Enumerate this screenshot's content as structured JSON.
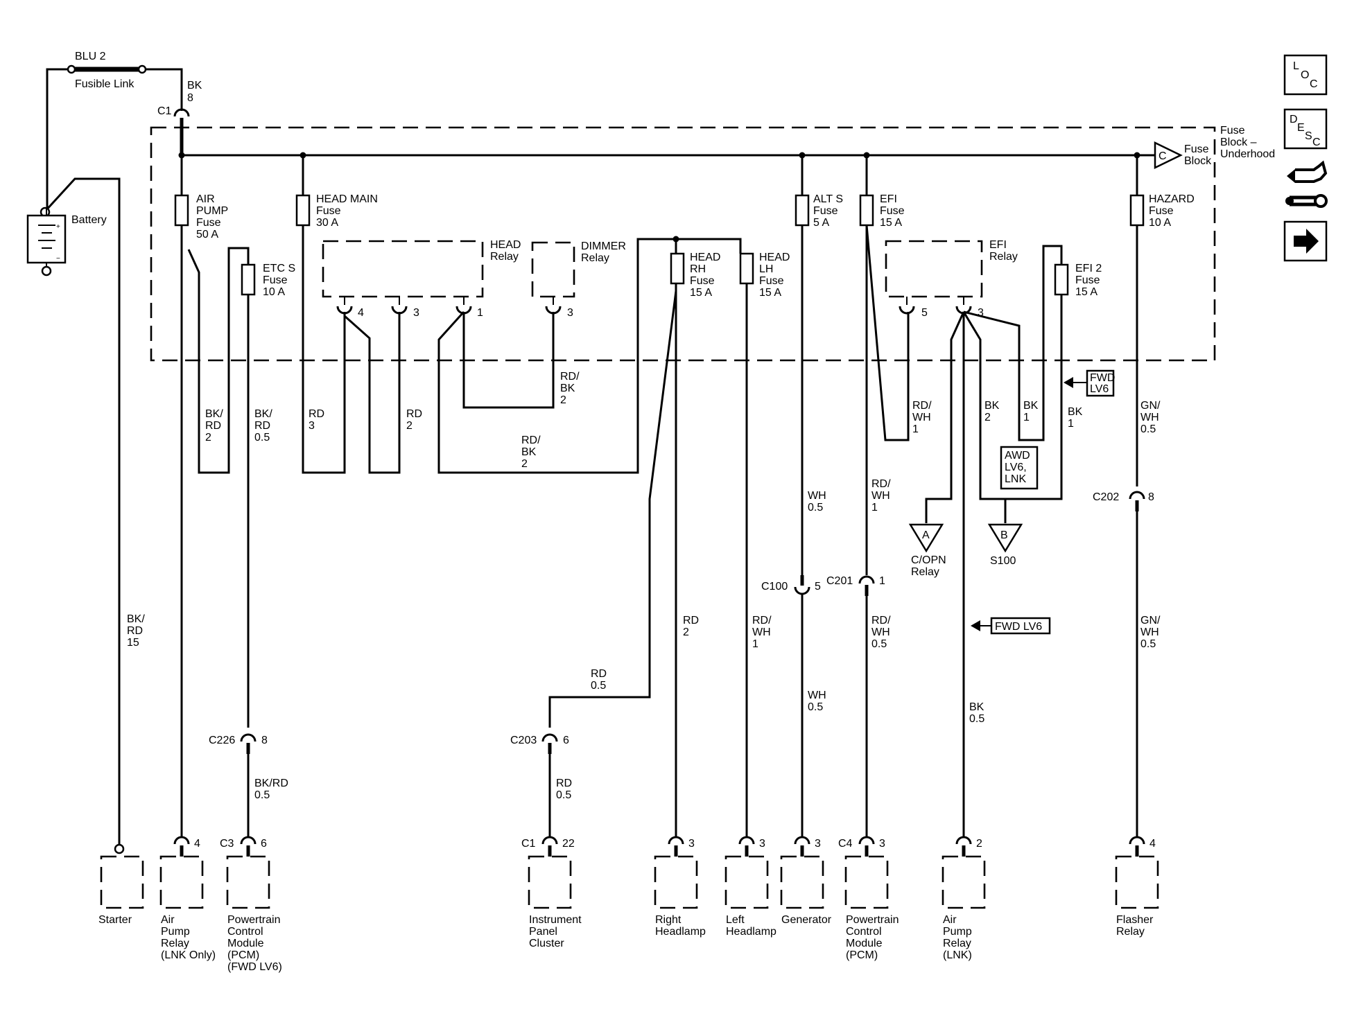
{
  "fusible_link": {
    "name": "BLU 2",
    "label": "Fusible Link"
  },
  "battery": {
    "label": "Battery"
  },
  "fuse_block": {
    "label_line1": "Fuse",
    "label_line2": "Block –",
    "label_line3": "Underhood",
    "conn_letter": "C",
    "conn_label1": "Fuse",
    "conn_label2": "Block"
  },
  "c1_top": {
    "connector": "C1",
    "color": "BK",
    "pin": "8"
  },
  "fuses": {
    "air_pump": {
      "l1": "AIR",
      "l2": "PUMP",
      "l3": "Fuse",
      "l4": "50 A"
    },
    "etc_s": {
      "l1": "ETC S",
      "l2": "Fuse",
      "l3": "10 A"
    },
    "head_main": {
      "l1": "HEAD MAIN",
      "l2": "Fuse",
      "l3": "30 A"
    },
    "head_rh": {
      "l1": "HEAD",
      "l2": "RH",
      "l3": "Fuse",
      "l4": "15 A"
    },
    "head_lh": {
      "l1": "HEAD",
      "l2": "LH",
      "l3": "Fuse",
      "l4": "15 A"
    },
    "alt_s": {
      "l1": "ALT S",
      "l2": "Fuse",
      "l3": "5 A"
    },
    "efi": {
      "l1": "EFI",
      "l2": "Fuse",
      "l3": "15 A"
    },
    "efi2": {
      "l1": "EFI 2",
      "l2": "Fuse",
      "l3": "15 A"
    },
    "hazard": {
      "l1": "HAZARD",
      "l2": "Fuse",
      "l3": "10 A"
    }
  },
  "relays": {
    "head": {
      "l1": "HEAD",
      "l2": "Relay",
      "pin_a": "4",
      "pin_b": "3",
      "pin_c": "1"
    },
    "dimmer": {
      "l1": "DIMMER",
      "l2": "Relay",
      "pin": "3"
    },
    "efi": {
      "l1": "EFI",
      "l2": "Relay",
      "pin_a": "5",
      "pin_b": "3"
    }
  },
  "wire_labels": {
    "bk_rd_2": [
      "BK/",
      "RD",
      "2"
    ],
    "bk_rd_05": [
      "BK/",
      "RD",
      "0.5"
    ],
    "rd_3": [
      "RD",
      "3"
    ],
    "rd_2": [
      "RD",
      "2"
    ],
    "rd_bk_2a": [
      "RD/",
      "BK",
      "2"
    ],
    "rd_bk_2b": [
      "RD/",
      "BK",
      "2"
    ],
    "bk_rd_15": [
      "BK/",
      "RD",
      "15"
    ],
    "rd_wh_1a": [
      "RD/",
      "WH",
      "1"
    ],
    "bk_2": [
      "BK",
      "2"
    ],
    "bk_1a": [
      "BK",
      "1"
    ],
    "bk_1b": [
      "BK",
      "1"
    ],
    "gn_wh_05a": [
      "GN/",
      "WH",
      "0.5"
    ],
    "wh_05a": [
      "WH",
      "0.5"
    ],
    "rd_wh_1b": [
      "RD/",
      "WH",
      "1"
    ],
    "rd_2b": [
      "RD",
      "2"
    ],
    "rd_wh_1c": [
      "RD/",
      "WH",
      "1"
    ],
    "rd_05a": [
      "RD",
      "0.5"
    ],
    "wh_05b": [
      "WH",
      "0.5"
    ],
    "rd_wh_05": [
      "RD/",
      "WH",
      "0.5"
    ],
    "bk_05": [
      "BK",
      "0.5"
    ],
    "gn_wh_05b": [
      "GN/",
      "WH",
      "0.5"
    ],
    "bk_rd_05b": [
      "BK/RD",
      "0.5"
    ],
    "rd_05b": [
      "RD",
      "0.5"
    ]
  },
  "option_tags": {
    "fwd_lv6_a": [
      "FWD",
      "LV6"
    ],
    "awd": [
      "AWD",
      "LV6,",
      "LNK"
    ],
    "fwd_lv6_b": "FWD LV6"
  },
  "offpage": {
    "a": {
      "letter": "A",
      "l1": "C/OPN",
      "l2": "Relay"
    },
    "b": {
      "letter": "B",
      "l1": "S100"
    }
  },
  "inline_connectors": {
    "c202": {
      "name": "C202",
      "pin": "8"
    },
    "c100": {
      "name": "C100",
      "pin": "5"
    },
    "c201": {
      "name": "C201",
      "pin": "1"
    },
    "c226": {
      "name": "C226",
      "pin": "8"
    },
    "c203": {
      "name": "C203",
      "pin": "6"
    }
  },
  "components": [
    {
      "conn": "",
      "pin": "",
      "lines": [
        "Starter"
      ]
    },
    {
      "conn": "",
      "pin": "4",
      "lines": [
        "Air",
        "Pump",
        "Relay",
        "(LNK Only)"
      ]
    },
    {
      "conn": "C3",
      "pin": "6",
      "lines": [
        "Powertrain",
        "Control",
        "Module",
        "(PCM)",
        "(FWD LV6)"
      ]
    },
    {
      "conn": "C1",
      "pin": "22",
      "lines": [
        "Instrument",
        "Panel",
        "Cluster"
      ]
    },
    {
      "conn": "",
      "pin": "3",
      "lines": [
        "Right",
        "Headlamp"
      ]
    },
    {
      "conn": "",
      "pin": "3",
      "lines": [
        "Left",
        "Headlamp"
      ]
    },
    {
      "conn": "",
      "pin": "3",
      "lines": [
        "Generator"
      ]
    },
    {
      "conn": "C4",
      "pin": "3",
      "lines": [
        "Powertrain",
        "Control",
        "Module",
        "(PCM)"
      ]
    },
    {
      "conn": "",
      "pin": "2",
      "lines": [
        "Air",
        "Pump",
        "Relay",
        "(LNK)"
      ]
    },
    {
      "conn": "",
      "pin": "4",
      "lines": [
        "Flasher",
        "Relay"
      ]
    }
  ],
  "nav": {
    "loc": [
      "L",
      "O",
      "C"
    ],
    "desc": [
      "D",
      "E",
      "S",
      "C"
    ],
    "ground_icon": "ground-symbol-icon",
    "tool_icon": "wrench-icon",
    "next_icon": "arrow-right-icon"
  }
}
